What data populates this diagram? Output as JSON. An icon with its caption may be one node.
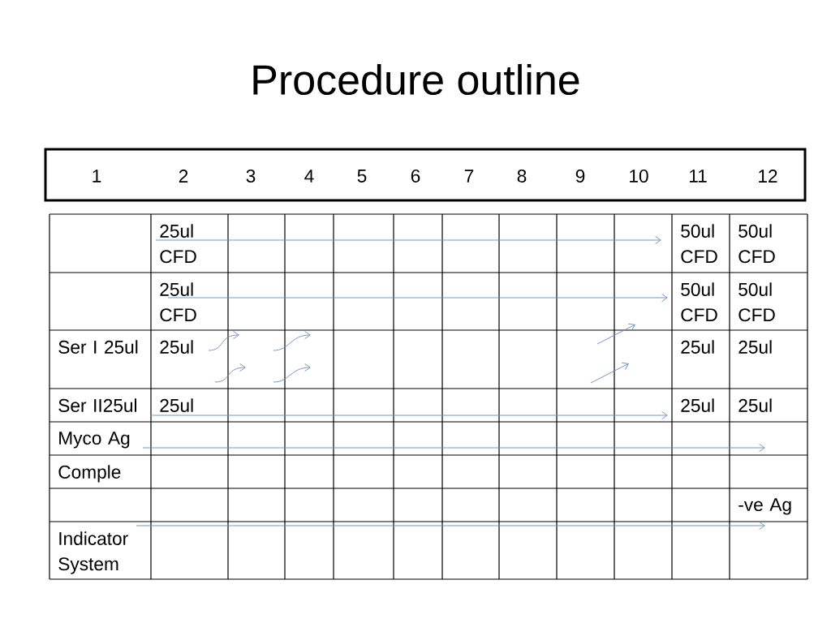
{
  "diagram": {
    "title": "Procedure outline",
    "labels": [
      "1",
      "2",
      "3",
      "4",
      "5",
      "6",
      "7",
      "8",
      "9",
      "10",
      "11",
      "12",
      "25ul CFD",
      "50ul CFD",
      "50ul CFD",
      "25ul CFD",
      "50ul CFD",
      "50ul CFD",
      "Ser I 25ul",
      "25ul",
      "25ul",
      "25ul",
      "Ser II25ul",
      "25ul",
      "25ul",
      "25ul",
      "Myco Ag",
      "Comple",
      "-ve Ag",
      "Indicator System"
    ]
  }
}
